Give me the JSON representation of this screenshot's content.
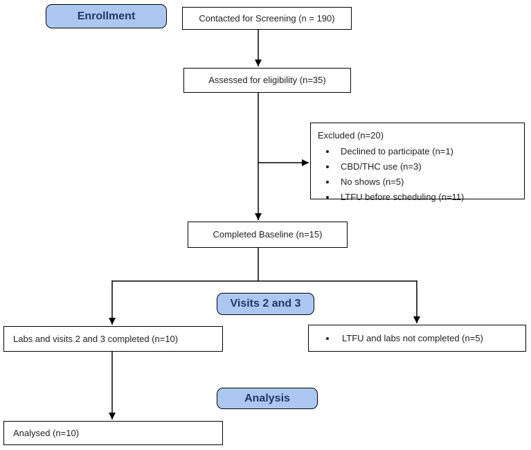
{
  "diagram": {
    "stage_labels": {
      "enrollment": "Enrollment",
      "visits": "Visits 2 and 3",
      "analysis": "Analysis"
    },
    "boxes": {
      "contacted": "Contacted for Screening (n = 190)",
      "assessed": "Assessed for eligibility (n=35)",
      "excluded": {
        "title": "Excluded (n=20)",
        "items": [
          "Declined to participate (n=1)",
          "CBD/THC use (n=3)",
          "No shows (n=5)",
          "LTFU before scheduling (n=11)"
        ]
      },
      "baseline": "Completed Baseline (n=15)",
      "labs_completed": "Labs and visits 2 and 3 completed (n=10)",
      "ltfu_not_completed": {
        "items": [
          "LTFU and labs not completed (n=5)"
        ]
      },
      "analysed": "Analysed (n=10)"
    },
    "colors": {
      "stage_fill": "#ADC8F0",
      "stage_text": "#1F3864",
      "box_border": "#000000",
      "line_color": "#000000",
      "background": "#FFFFFF"
    }
  }
}
